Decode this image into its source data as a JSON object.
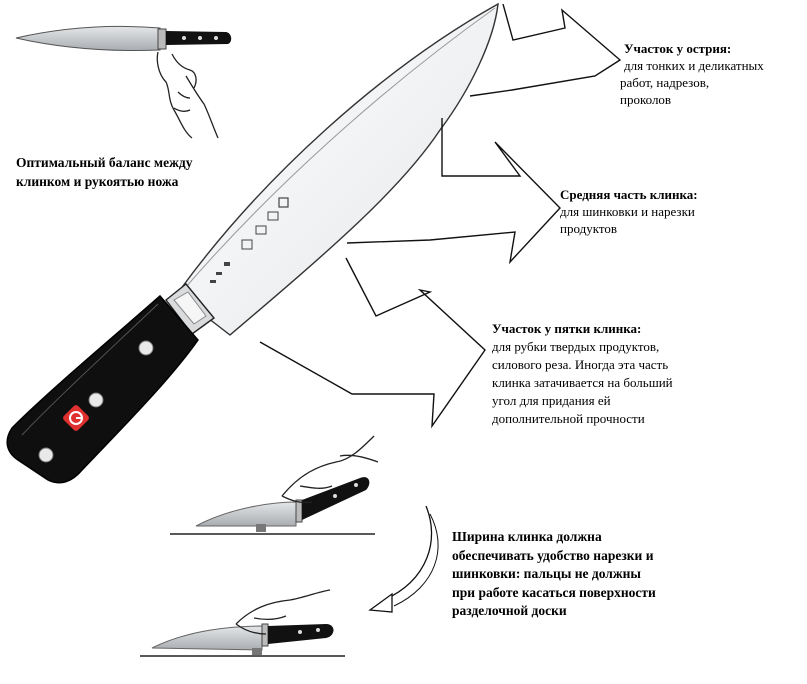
{
  "balance_caption": "Оптимальный баланс между клинком и рукоятью ножа",
  "zones": {
    "tip": {
      "title": "Участок у острия:",
      "lines": [
        "для тонких и деликатных",
        "работ, надрезов,",
        "проколов"
      ]
    },
    "middle": {
      "title": "Средняя часть клинка:",
      "lines": [
        "для шинковки и нарезки",
        "продуктов"
      ]
    },
    "heel": {
      "title": "Участок у пятки клинка:",
      "lines": [
        "для рубки твердых продуктов,",
        "силового реза. Иногда эта часть",
        "клинка затачивается на больший",
        "угол для придания ей",
        "дополнительной прочности"
      ]
    }
  },
  "width_note": {
    "lines": [
      "Ширина клинка должна",
      "обеспечивать удобство нарезки и",
      "шинковки: пальцы не должны",
      "при работе касаться поверхности",
      "разделочной доски"
    ]
  },
  "colors": {
    "handle": "#111111",
    "blade": "#eceef0",
    "outline": "#222222",
    "logo_red": "#e03030"
  }
}
